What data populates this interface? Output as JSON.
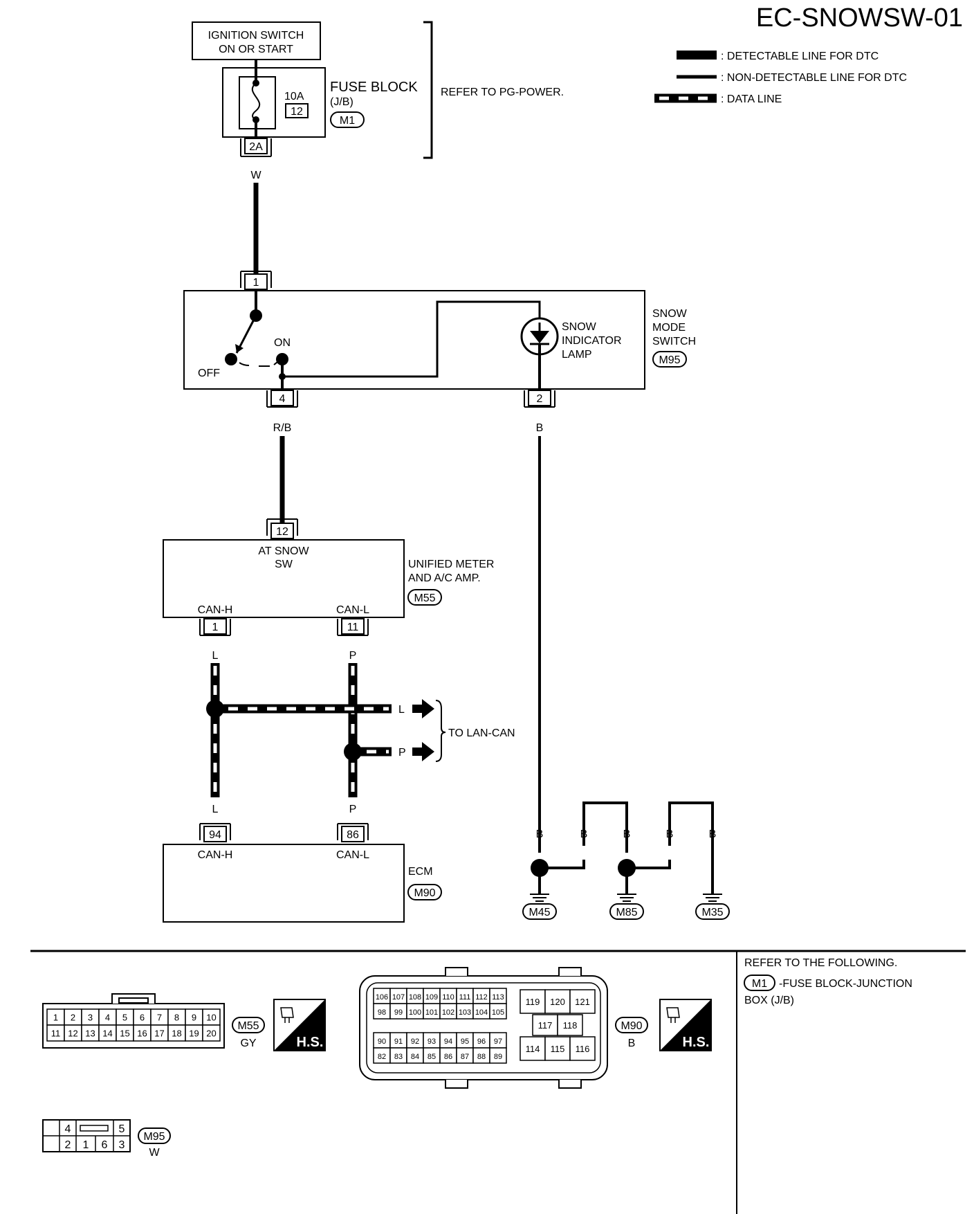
{
  "page_id": "EC-SNOWSW-01",
  "legend": {
    "detectable": ": DETECTABLE LINE FOR DTC",
    "non_detectable": ": NON-DETECTABLE LINE FOR DTC",
    "data_line": ": DATA LINE"
  },
  "ignition": {
    "line1": "IGNITION SWITCH",
    "line2": "ON OR START"
  },
  "fuse_block": {
    "amp": "10A",
    "number": "12",
    "name_line1": "FUSE BLOCK",
    "name_line2": "(J/B)",
    "connector": "M1",
    "terminal": "2A",
    "wire": "W"
  },
  "refer_power": "REFER TO PG-POWER.",
  "snow_switch": {
    "terminal_in": "1",
    "on_label": "ON",
    "off_label": "OFF",
    "lamp_line1": "SNOW",
    "lamp_line2": "INDICATOR",
    "lamp_line3": "LAMP",
    "name_line1": "SNOW",
    "name_line2": "MODE",
    "name_line3": "SWITCH",
    "connector": "M95",
    "terminal_4": "4",
    "terminal_2": "2",
    "wire_4": "R/B",
    "wire_2": "B"
  },
  "meter": {
    "terminal_top": "12",
    "label_line1": "AT SNOW",
    "label_line2": "SW",
    "name_line1": "UNIFIED METER",
    "name_line2": "AND A/C AMP.",
    "connector": "M55",
    "can_h": "CAN-H",
    "can_l": "CAN-L",
    "t_h": "1",
    "t_l": "11",
    "wire_h": "L",
    "wire_l": "P"
  },
  "lan_can": {
    "text": "TO LAN-CAN",
    "wire_l": "L",
    "wire_p": "P"
  },
  "ecm": {
    "name": "ECM",
    "connector": "M90",
    "t_h": "94",
    "t_l": "86",
    "can_h": "CAN-H",
    "can_l": "CAN-L",
    "wire_h": "L",
    "wire_l": "P"
  },
  "grounds": {
    "wire": "B",
    "g1": "M45",
    "g2": "M85",
    "g3": "M35"
  },
  "connectors": {
    "m55": {
      "id": "M55",
      "color": "GY",
      "row1": [
        "1",
        "2",
        "3",
        "4",
        "5",
        "6",
        "7",
        "8",
        "9",
        "10"
      ],
      "row2": [
        "11",
        "12",
        "13",
        "14",
        "15",
        "16",
        "17",
        "18",
        "19",
        "20"
      ]
    },
    "m90": {
      "id": "M90",
      "color": "B",
      "left_r1": [
        "106",
        "107",
        "108",
        "109",
        "110",
        "111",
        "112",
        "113"
      ],
      "left_r2": [
        "98",
        "99",
        "100",
        "101",
        "102",
        "103",
        "104",
        "105"
      ],
      "left_r3": [
        "90",
        "91",
        "92",
        "93",
        "94",
        "95",
        "96",
        "97"
      ],
      "left_r4": [
        "82",
        "83",
        "84",
        "85",
        "86",
        "87",
        "88",
        "89"
      ],
      "right_r1": [
        "119",
        "120",
        "121"
      ],
      "right_r2": [
        "117",
        "118"
      ],
      "right_r3": [
        "114",
        "115",
        "116"
      ]
    },
    "m95": {
      "id": "M95",
      "color": "W",
      "top": [
        "4",
        "5"
      ],
      "bottom": [
        "2",
        "1",
        "6",
        "3"
      ]
    },
    "hs": "H.S."
  },
  "refer_following": {
    "line1": "REFER TO THE FOLLOWING.",
    "connector": "M1",
    "line2": "-FUSE BLOCK-JUNCTION",
    "line3": "BOX (J/B)"
  }
}
